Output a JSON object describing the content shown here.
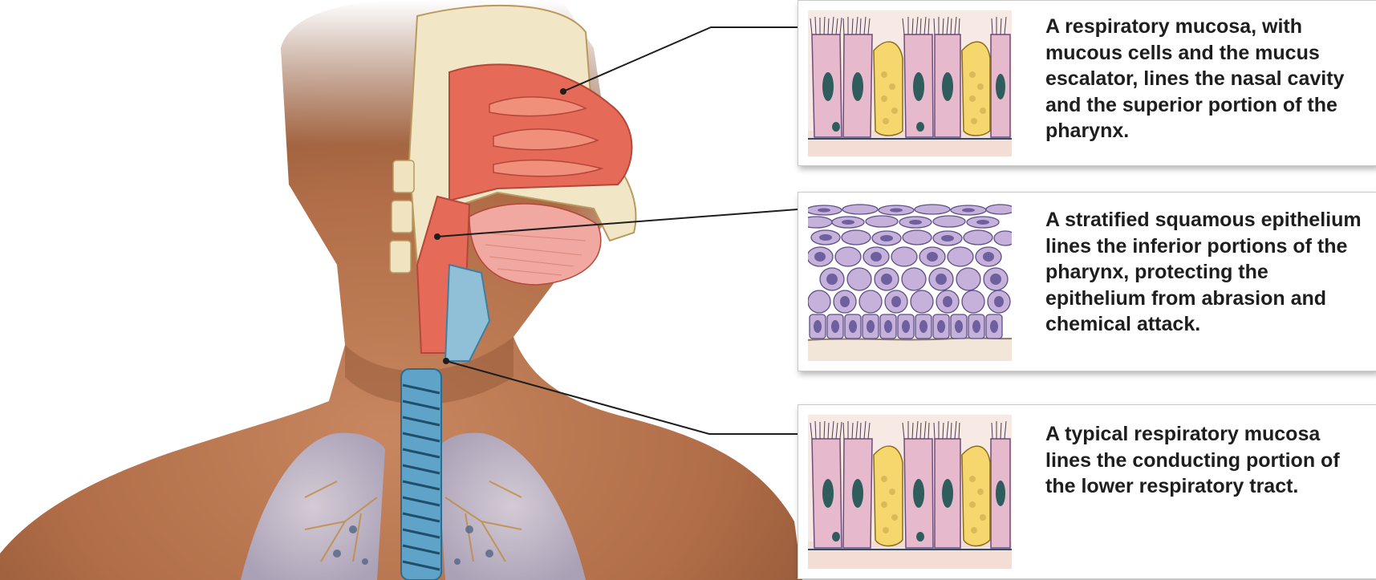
{
  "colors": {
    "skin": "#b87650",
    "skin_dark": "#8a5234",
    "mucosa_red": "#e66a58",
    "bone": "#f1e6c6",
    "cartilage_blue": "#5fa3c9",
    "lung": "#c9c4d8",
    "cell_pink": "#e6b9cc",
    "nucleus": "#2f5c5c",
    "squamous_cell": "#c6b1db",
    "squamous_nucleus": "#6e5f9e",
    "mucous_cell": "#f5d76e",
    "caption_text": "#1e1e1e"
  },
  "panels": [
    {
      "tissue_icon": "pseudostratified-ciliated-epithelium",
      "caption": "A respiratory mucosa, with mucous cells and the mucus escalator, lines the nasal cavity and the superior portion of the pharynx."
    },
    {
      "tissue_icon": "stratified-squamous-epithelium",
      "caption": "A stratified squamous epithelium lines the inferior portions of the pharynx, protecting the epithelium from abrasion and chemical attack."
    },
    {
      "tissue_icon": "pseudostratified-ciliated-epithelium",
      "caption": "A typical respiratory mucosa lines the conducting portion of the lower respiratory tract."
    }
  ]
}
